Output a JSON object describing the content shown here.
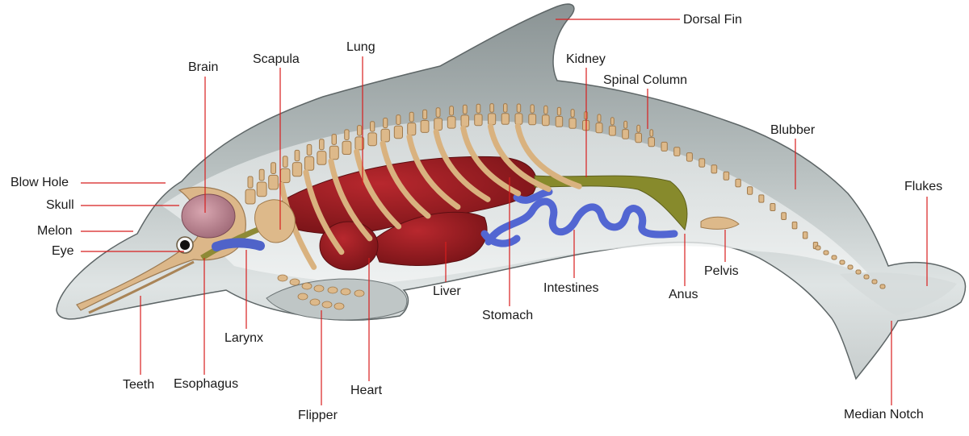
{
  "colors": {
    "body_light": "#e8ecec",
    "body_dark": "#7f8889",
    "bone": "#ddb98a",
    "bone_edge": "#a98457",
    "organ_red": "#8f1a1f",
    "organ_red_light": "#b3262c",
    "intestine_blue": "#5a6cd6",
    "kidney_olive": "#8a8a2a",
    "brain_pink": "#c48c98",
    "leader_line": "#d81e1e"
  },
  "labels": {
    "dorsal_fin": "Dorsal Fin",
    "lung": "Lung",
    "kidney": "Kidney",
    "scapula": "Scapula",
    "brain": "Brain",
    "spinal_column": "Spinal Column",
    "blubber": "Blubber",
    "blow_hole": "Blow Hole",
    "skull": "Skull",
    "flukes": "Flukes",
    "melon": "Melon",
    "eye": "Eye",
    "pelvis": "Pelvis",
    "liver": "Liver",
    "intestines": "Intestines",
    "anus": "Anus",
    "larynx": "Larynx",
    "stomach": "Stomach",
    "teeth": "Teeth",
    "esophagus": "Esophagus",
    "heart": "Heart",
    "flipper": "Flipper",
    "median_notch": "Median Notch"
  }
}
